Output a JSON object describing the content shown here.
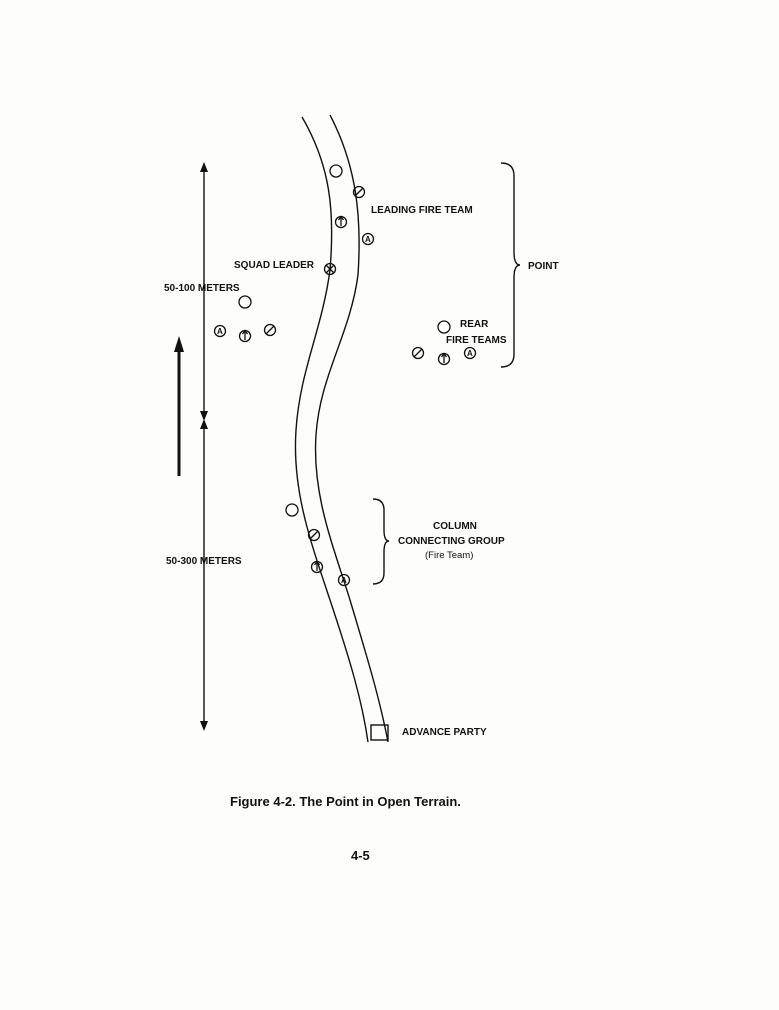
{
  "labels": {
    "leading_fire_team": "LEADING FIRE TEAM",
    "squad_leader": "SQUAD LEADER",
    "point": "POINT",
    "rear": "REAR",
    "fire_teams": "FIRE TEAMS",
    "dist_upper": "50-100 METERS",
    "dist_lower": "50-300 METERS",
    "column": "COLUMN",
    "connecting_group": "CONNECTING GROUP",
    "fire_team_paren": "(Fire Team)",
    "advance_party": "ADVANCE PARTY"
  },
  "symbols": {
    "automatic_rifleman": "A"
  },
  "caption": "Figure 4-2. The Point in Open Terrain.",
  "page_number": "4-5"
}
